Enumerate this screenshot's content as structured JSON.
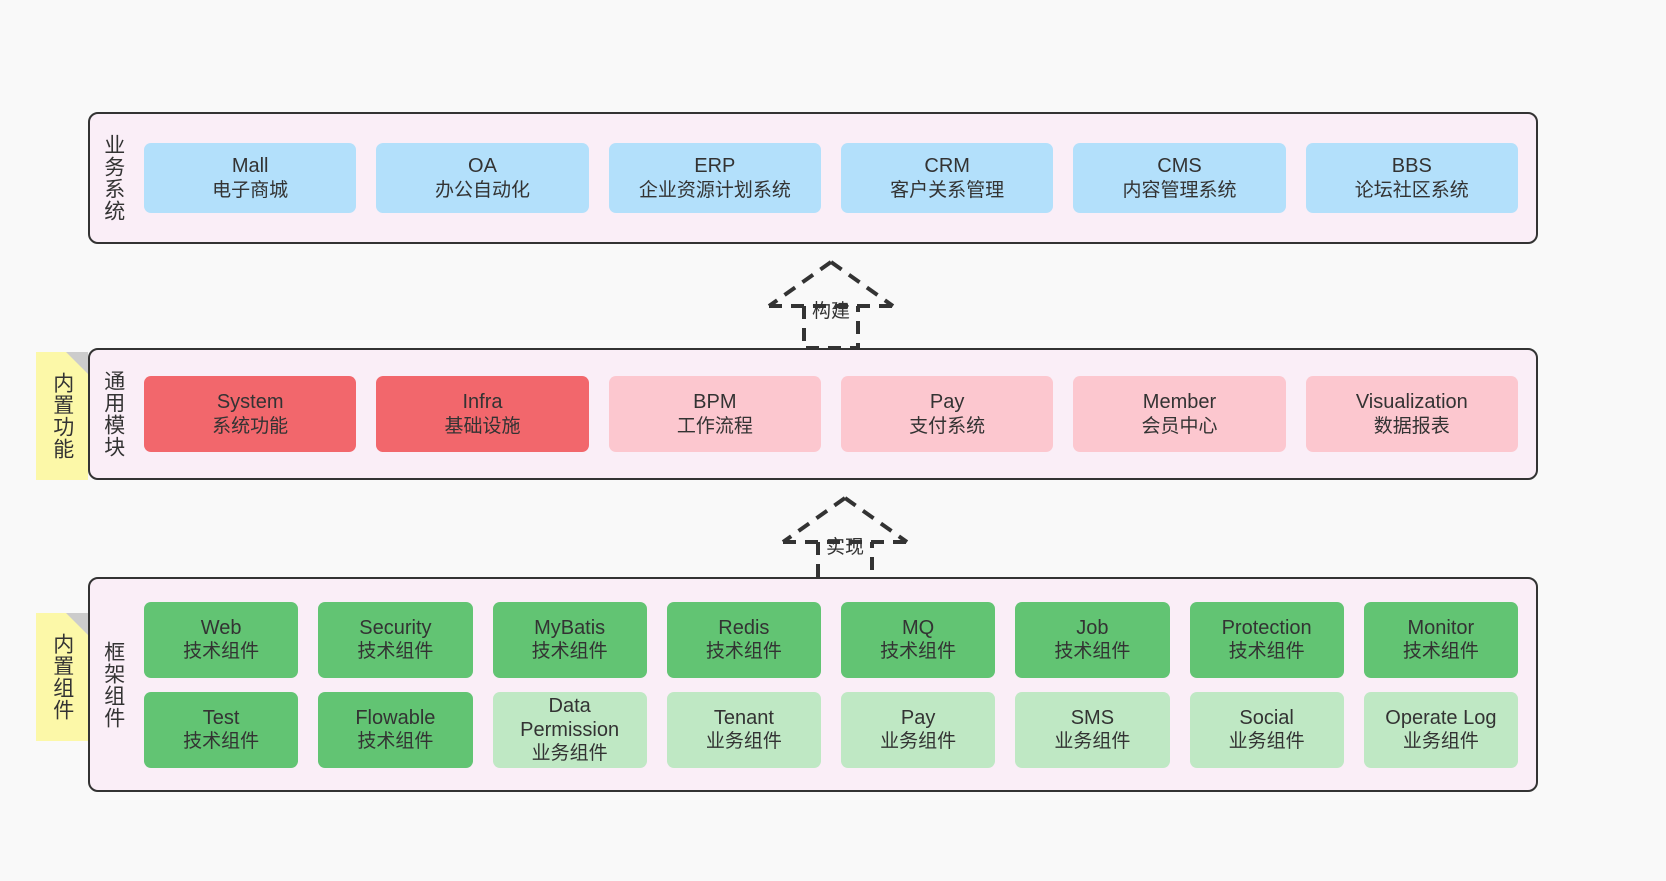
{
  "diagram": {
    "background_color": "#f9f9f9",
    "band_color": "#faeef7",
    "border_color": "#333333"
  },
  "layers": [
    {
      "id": "business",
      "title": "业务系统",
      "note": null,
      "rows": [
        {
          "cards": [
            {
              "name": "Mall",
              "sub": "电子商城",
              "color": "#b3e0fb",
              "style": "c-blue"
            },
            {
              "name": "OA",
              "sub": "办公自动化",
              "color": "#b3e0fb",
              "style": "c-blue"
            },
            {
              "name": "ERP",
              "sub": "企业资源计划系统",
              "color": "#b3e0fb",
              "style": "c-blue"
            },
            {
              "name": "CRM",
              "sub": "客户关系管理",
              "color": "#b3e0fb",
              "style": "c-blue"
            },
            {
              "name": "CMS",
              "sub": "内容管理系统",
              "color": "#b3e0fb",
              "style": "c-blue"
            },
            {
              "name": "BBS",
              "sub": "论坛社区系统",
              "color": "#b3e0fb",
              "style": "c-blue"
            }
          ]
        }
      ]
    },
    {
      "id": "common",
      "title": "通用模块",
      "note": "内置功能",
      "rows": [
        {
          "cards": [
            {
              "name": "System",
              "sub": "系统功能",
              "color": "#f2676c",
              "style": "c-red"
            },
            {
              "name": "Infra",
              "sub": "基础设施",
              "color": "#f2676c",
              "style": "c-red"
            },
            {
              "name": "BPM",
              "sub": "工作流程",
              "color": "#fcc7cf",
              "style": "c-pink"
            },
            {
              "name": "Pay",
              "sub": "支付系统",
              "color": "#fcc7cf",
              "style": "c-pink"
            },
            {
              "name": "Member",
              "sub": "会员中心",
              "color": "#fcc7cf",
              "style": "c-pink"
            },
            {
              "name": "Visualization",
              "sub": "数据报表",
              "color": "#fcc7cf",
              "style": "c-pink"
            }
          ]
        }
      ]
    },
    {
      "id": "framework",
      "title": "框架组件",
      "note": "内置组件",
      "rows": [
        {
          "cards": [
            {
              "name": "Web",
              "sub": "技术组件",
              "color": "#62c473",
              "style": "c-green"
            },
            {
              "name": "Security",
              "sub": "技术组件",
              "color": "#62c473",
              "style": "c-green"
            },
            {
              "name": "MyBatis",
              "sub": "技术组件",
              "color": "#62c473",
              "style": "c-green"
            },
            {
              "name": "Redis",
              "sub": "技术组件",
              "color": "#62c473",
              "style": "c-green"
            },
            {
              "name": "MQ",
              "sub": "技术组件",
              "color": "#62c473",
              "style": "c-green"
            },
            {
              "name": "Job",
              "sub": "技术组件",
              "color": "#62c473",
              "style": "c-green"
            },
            {
              "name": "Protection",
              "sub": "技术组件",
              "color": "#62c473",
              "style": "c-green"
            },
            {
              "name": "Monitor",
              "sub": "技术组件",
              "color": "#62c473",
              "style": "c-green"
            }
          ]
        },
        {
          "cards": [
            {
              "name": "Test",
              "sub": "技术组件",
              "color": "#62c473",
              "style": "c-green"
            },
            {
              "name": "Flowable",
              "sub": "技术组件",
              "color": "#62c473",
              "style": "c-green"
            },
            {
              "name": "Data Permission",
              "sub": "业务组件",
              "color": "#bfe8c4",
              "style": "c-lightgreen"
            },
            {
              "name": "Tenant",
              "sub": "业务组件",
              "color": "#bfe8c4",
              "style": "c-lightgreen"
            },
            {
              "name": "Pay",
              "sub": "业务组件",
              "color": "#bfe8c4",
              "style": "c-lightgreen"
            },
            {
              "name": "SMS",
              "sub": "业务组件",
              "color": "#bfe8c4",
              "style": "c-lightgreen"
            },
            {
              "name": "Social",
              "sub": "业务组件",
              "color": "#bfe8c4",
              "style": "c-lightgreen"
            },
            {
              "name": "Operate Log",
              "sub": "业务组件",
              "color": "#bfe8c4",
              "style": "c-lightgreen"
            }
          ]
        }
      ]
    }
  ],
  "connectors": [
    {
      "id": "build",
      "label": "构建",
      "icon": "dashed-generalization-arrow-up"
    },
    {
      "id": "realize",
      "label": "实现",
      "icon": "dashed-generalization-arrow-up"
    }
  ]
}
